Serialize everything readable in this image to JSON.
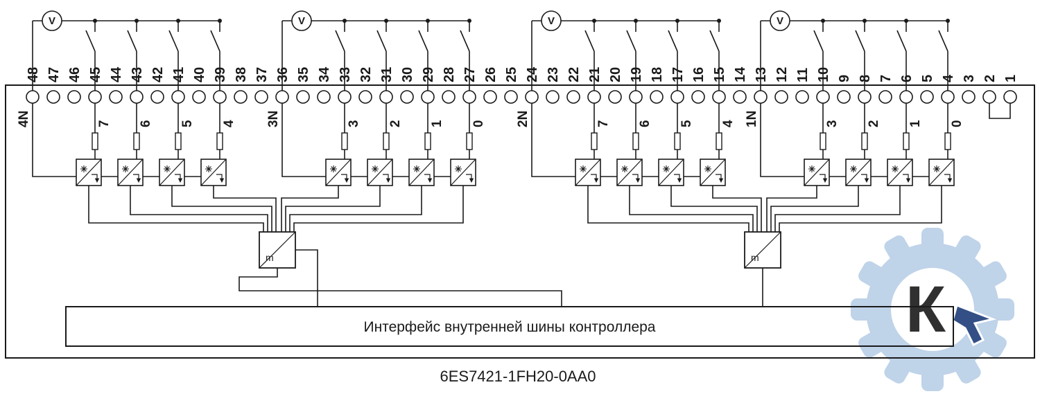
{
  "caption": "6ES7421-1FH20-0AA0",
  "bus": {
    "label": "Интерфейс внутренней шины контроллера"
  },
  "source_symbol": "V",
  "mux_symbol": "m",
  "terminals": {
    "count": 48,
    "numbering": "48 on the left down to 1 on the right"
  },
  "groups": [
    {
      "common": {
        "terminal": 48,
        "label": "4N"
      },
      "channels": [
        {
          "terminal": 45,
          "label": "7"
        },
        {
          "terminal": 43,
          "label": "6"
        },
        {
          "terminal": 41,
          "label": "5"
        },
        {
          "terminal": 39,
          "label": "4"
        }
      ],
      "mux": 0
    },
    {
      "common": {
        "terminal": 36,
        "label": "3N"
      },
      "channels": [
        {
          "terminal": 33,
          "label": "3"
        },
        {
          "terminal": 31,
          "label": "2"
        },
        {
          "terminal": 29,
          "label": "1"
        },
        {
          "terminal": 27,
          "label": "0"
        }
      ],
      "mux": 0
    },
    {
      "common": {
        "terminal": 24,
        "label": "2N"
      },
      "channels": [
        {
          "terminal": 21,
          "label": "7"
        },
        {
          "terminal": 19,
          "label": "6"
        },
        {
          "terminal": 17,
          "label": "5"
        },
        {
          "terminal": 15,
          "label": "4"
        }
      ],
      "mux": 1
    },
    {
      "common": {
        "terminal": 13,
        "label": "1N"
      },
      "channels": [
        {
          "terminal": 10,
          "label": "3"
        },
        {
          "terminal": 8,
          "label": "2"
        },
        {
          "terminal": 6,
          "label": "1"
        },
        {
          "terminal": 4,
          "label": "0"
        }
      ],
      "mux": 1
    }
  ],
  "jumper": {
    "terminals": [
      2,
      1
    ]
  },
  "watermark": {
    "letter": "К",
    "color": "#b9cfe7",
    "letter_color": "#9bbede",
    "accent": "#1d3d7a"
  },
  "line_color": "#1a1a1a"
}
